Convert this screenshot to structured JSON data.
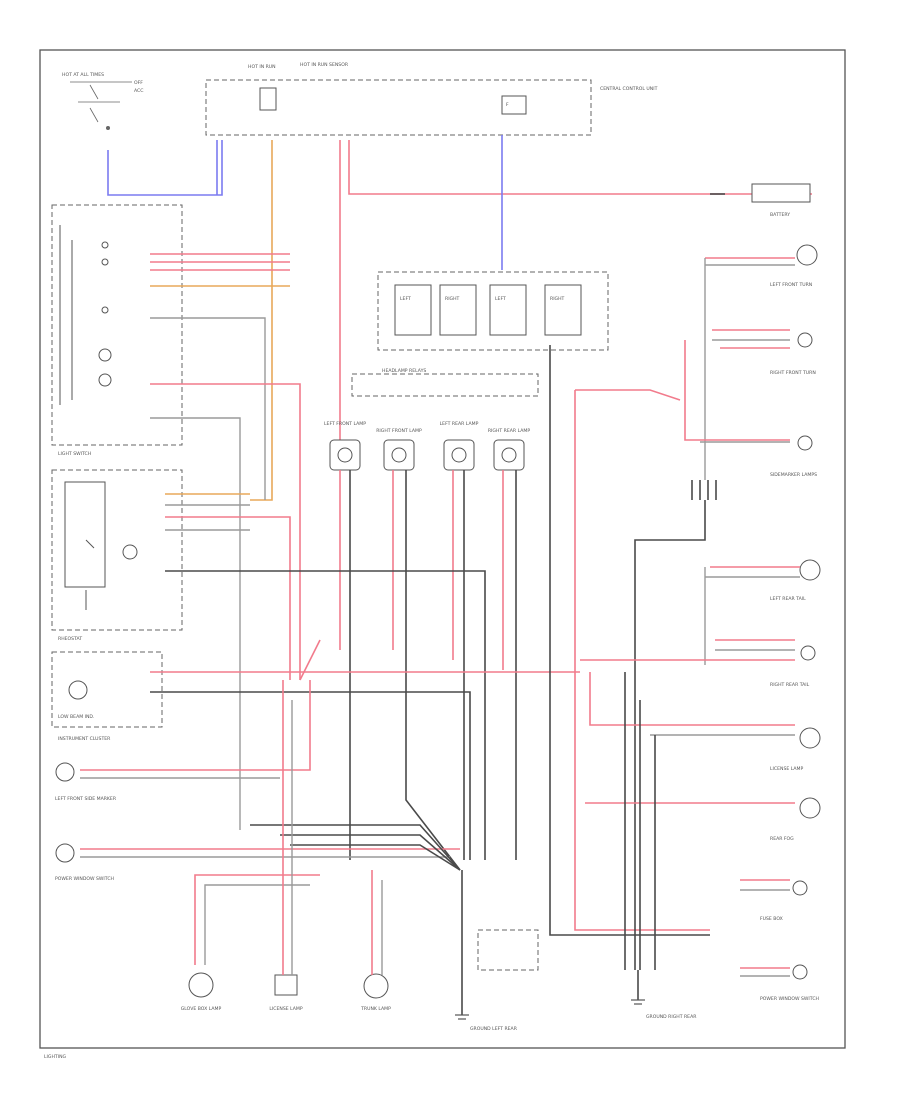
{
  "colors": {
    "wire_pink": "#f27b8c",
    "wire_black": "#4a4a4a",
    "wire_gray": "#9a9a9a",
    "wire_blue": "#7b7bf0",
    "wire_orange": "#e8a85a",
    "frame": "#555555"
  },
  "labels": {
    "hot_at_all_times": "HOT AT ALL TIMES",
    "hot_in_run": "HOT IN RUN",
    "hot_in_run_sensor": "HOT IN RUN SENSOR",
    "central_control_unit": "CENTRAL CONTROL UNIT",
    "battery": "BATTERY",
    "light_switch": "LIGHT SWITCH",
    "rheostat": "RHEOSTAT",
    "instrument_cluster": "INSTRUMENT CLUSTER",
    "low_beam_indicator": "LOW BEAM IND.",
    "left_front_side_marker": "LEFT FRONT SIDE MARKER",
    "left_front_turn": "LEFT FRONT TURN",
    "right_front_turn": "RIGHT FRONT TURN",
    "left_rear_tail": "LEFT REAR TAIL",
    "right_rear_tail": "RIGHT REAR TAIL",
    "license_lamp": "LICENSE LAMP",
    "rear_fog": "REAR FOG",
    "power_window_switch": "POWER WINDOW SWITCH",
    "glove_box_lamp": "GLOVE BOX LAMP",
    "trunk_lamp": "TRUNK LAMP",
    "ground_left_rear": "GROUND LEFT REAR",
    "ground_right_rear": "GROUND RIGHT REAR",
    "fuse_box": "FUSE BOX",
    "headlamp_relays": "HEADLAMP RELAYS",
    "sidemarker_lamps": "SIDEMARKER LAMPS",
    "left_front_lamp": "LEFT FRONT LAMP",
    "right_front_lamp": "RIGHT FRONT LAMP",
    "left_rear_lamp": "LEFT REAR LAMP",
    "right_rear_lamp": "RIGHT REAR LAMP",
    "page_ref": "LIGHTING"
  }
}
